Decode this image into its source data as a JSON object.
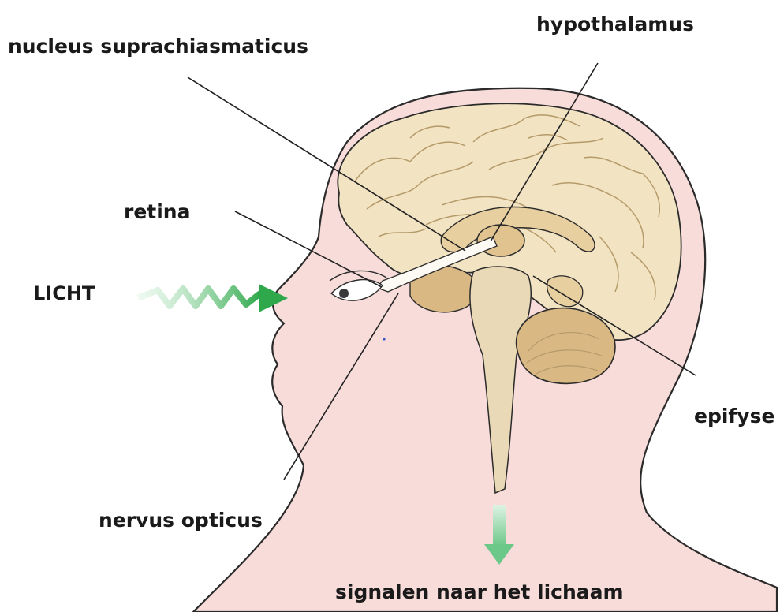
{
  "labels": {
    "nucleus": "nucleus suprachiasmaticus",
    "hypothalamus": "hypothalamus",
    "retina": "retina",
    "licht": "LICHT",
    "epifyse": "epifyse",
    "nervus": "nervus opticus",
    "signalen": "signalen naar het lichaam"
  },
  "colors": {
    "skin": "#f8dcda",
    "outline": "#2b2b2b",
    "brain": "#f2e3c2",
    "brain_fold": "#b59a6a",
    "stem": "#ead9b6",
    "cerebellum": "#d9b883",
    "arrow_green": "#33b04a",
    "arrow_light_green": "#8ed6a6",
    "leader": "#222222"
  }
}
